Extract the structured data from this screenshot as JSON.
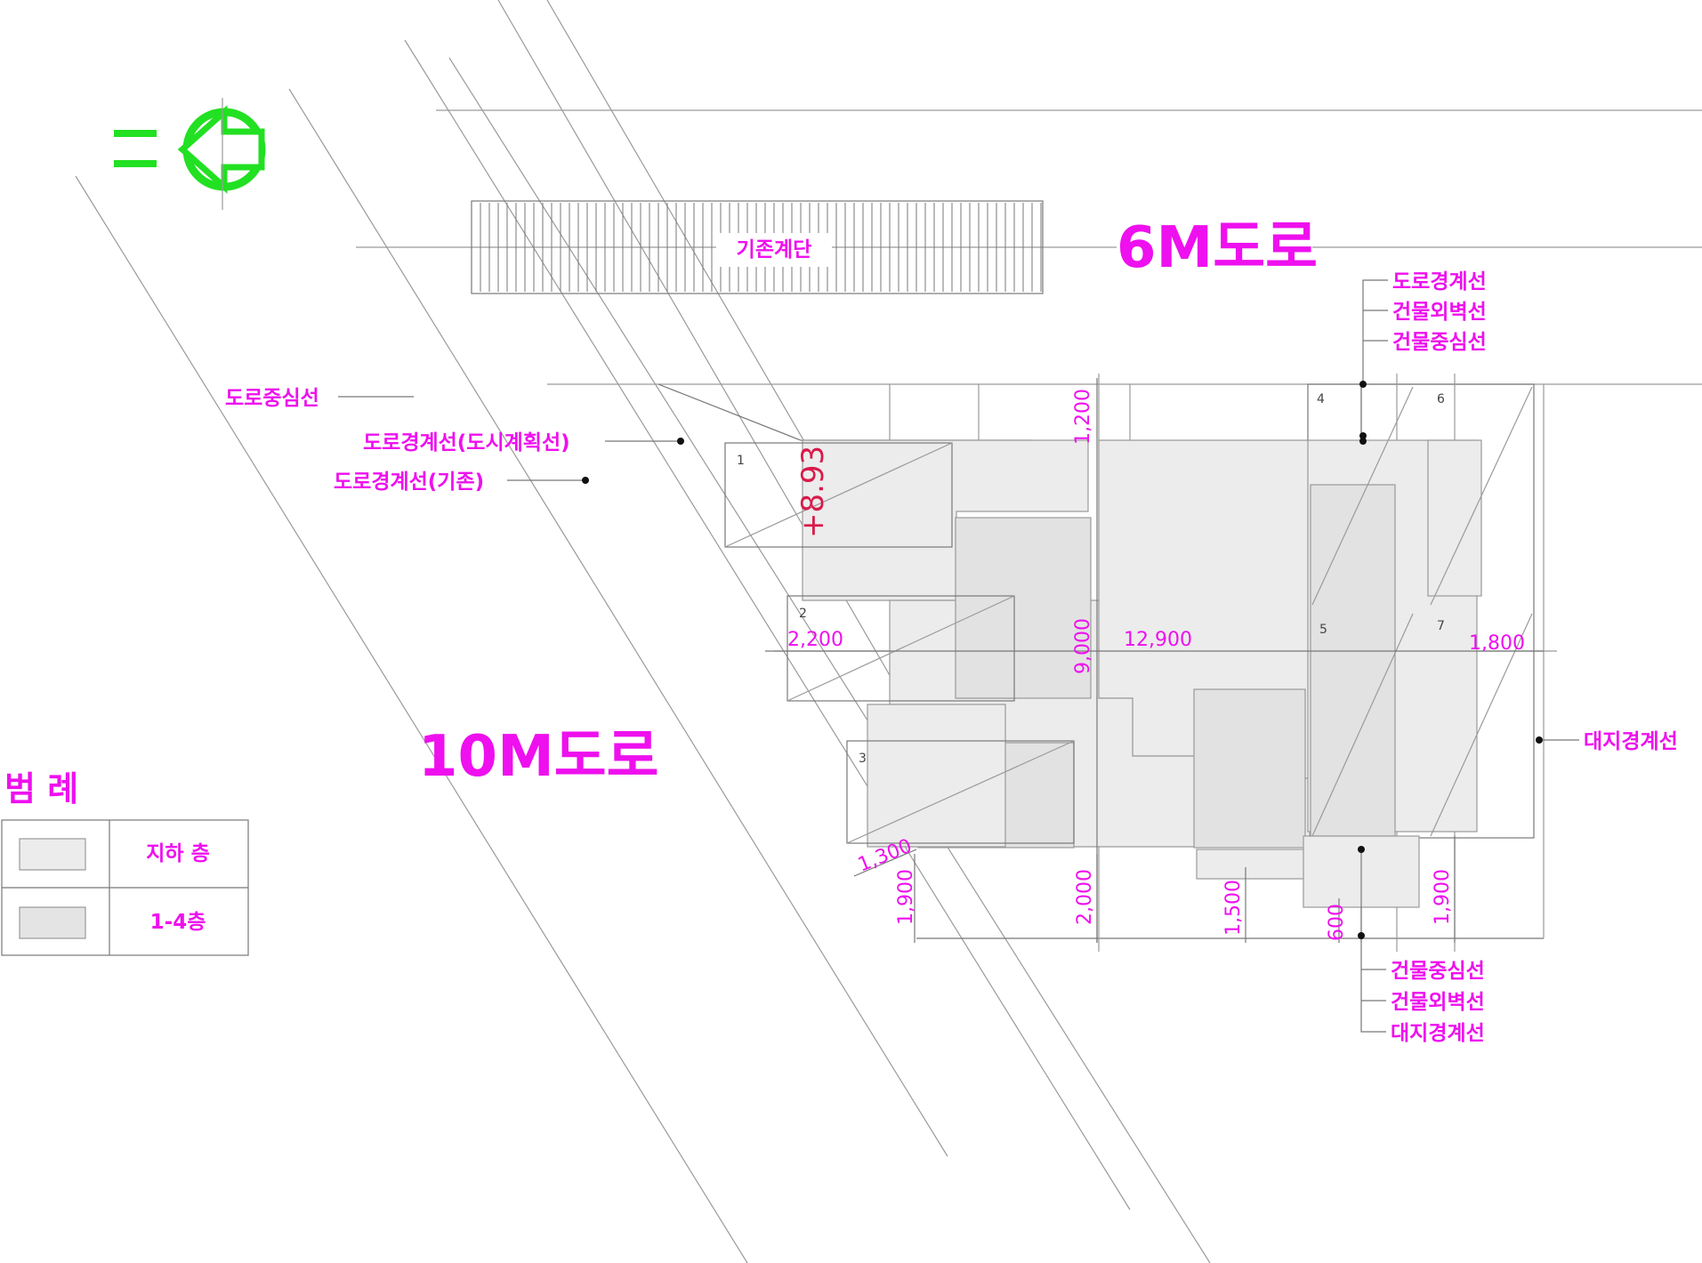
{
  "roads": {
    "road_6m": "6M도로",
    "road_10m": "10M도로"
  },
  "stair": {
    "label": "기존계단"
  },
  "callouts_left": {
    "road_center": "도로중심선",
    "road_boundary_city": "도로경계선(도시계획선)",
    "road_boundary_existing": "도로경계선(기존)"
  },
  "callouts_top_right": {
    "road_boundary": "도로경계선",
    "building_outer_wall": "건물외벽선",
    "building_center": "건물중심선"
  },
  "callouts_bottom_right": {
    "building_center": "건물중심선",
    "building_outer_wall": "건물외벽선",
    "site_boundary": "대지경계선"
  },
  "callout_right": {
    "site_boundary": "대지경계선"
  },
  "elevation": "+8.93",
  "dimensions": {
    "d1200": "1,200",
    "d2200": "2,200",
    "d9000": "9,000",
    "d12900": "12,900",
    "d1800": "1,800",
    "d1300": "1,300",
    "d1900a": "1,900",
    "d2000": "2,000",
    "d1500": "1,500",
    "d600": "600",
    "d1900b": "1,900"
  },
  "unit_numbers": [
    "1",
    "2",
    "3",
    "4",
    "5",
    "6",
    "7"
  ],
  "legend": {
    "title": "범 례",
    "rows": [
      {
        "label": "지하 층"
      },
      {
        "label": "1-4층"
      }
    ]
  },
  "colors": {
    "annotation": "#ee10ee",
    "north_arrow": "#22e022",
    "elevation": "#d81b4a"
  },
  "icons": {
    "north_arrow": "north-arrow-icon"
  }
}
